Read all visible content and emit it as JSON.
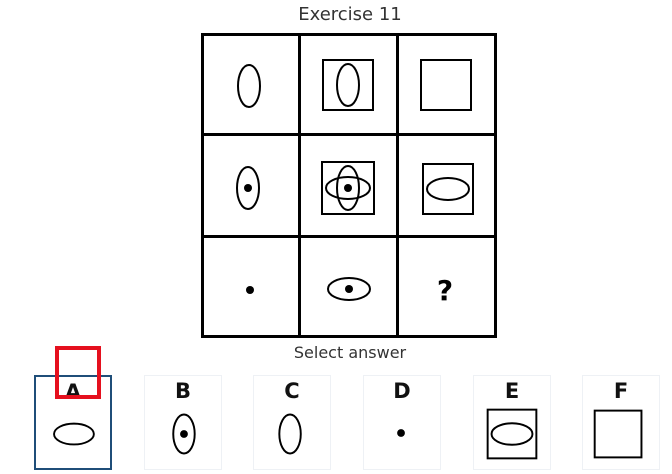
{
  "title": "Exercise 11",
  "subtitle": "Select answer",
  "puzzle": {
    "missing_marker": "?",
    "cells": [
      [
        "vertical-ellipse",
        "square-with-vertical-ellipse",
        "square"
      ],
      [
        "vertical-ellipse-with-dot",
        "square-with-cross-ellipses-and-dot",
        "square-with-horizontal-ellipse"
      ],
      [
        "dot",
        "horizontal-ellipse-with-dot",
        "missing"
      ]
    ]
  },
  "options": [
    {
      "letter": "A",
      "figure": "horizontal-ellipse",
      "selected": true
    },
    {
      "letter": "B",
      "figure": "vertical-ellipse-with-dot",
      "selected": false
    },
    {
      "letter": "C",
      "figure": "vertical-ellipse",
      "selected": false
    },
    {
      "letter": "D",
      "figure": "dot",
      "selected": false
    },
    {
      "letter": "E",
      "figure": "square-with-horizontal-ellipse",
      "selected": false
    },
    {
      "letter": "F",
      "figure": "square",
      "selected": false
    }
  ],
  "colors": {
    "selected_border": "#1f4e79",
    "highlight_box": "#e5101e",
    "ink": "#000000"
  }
}
